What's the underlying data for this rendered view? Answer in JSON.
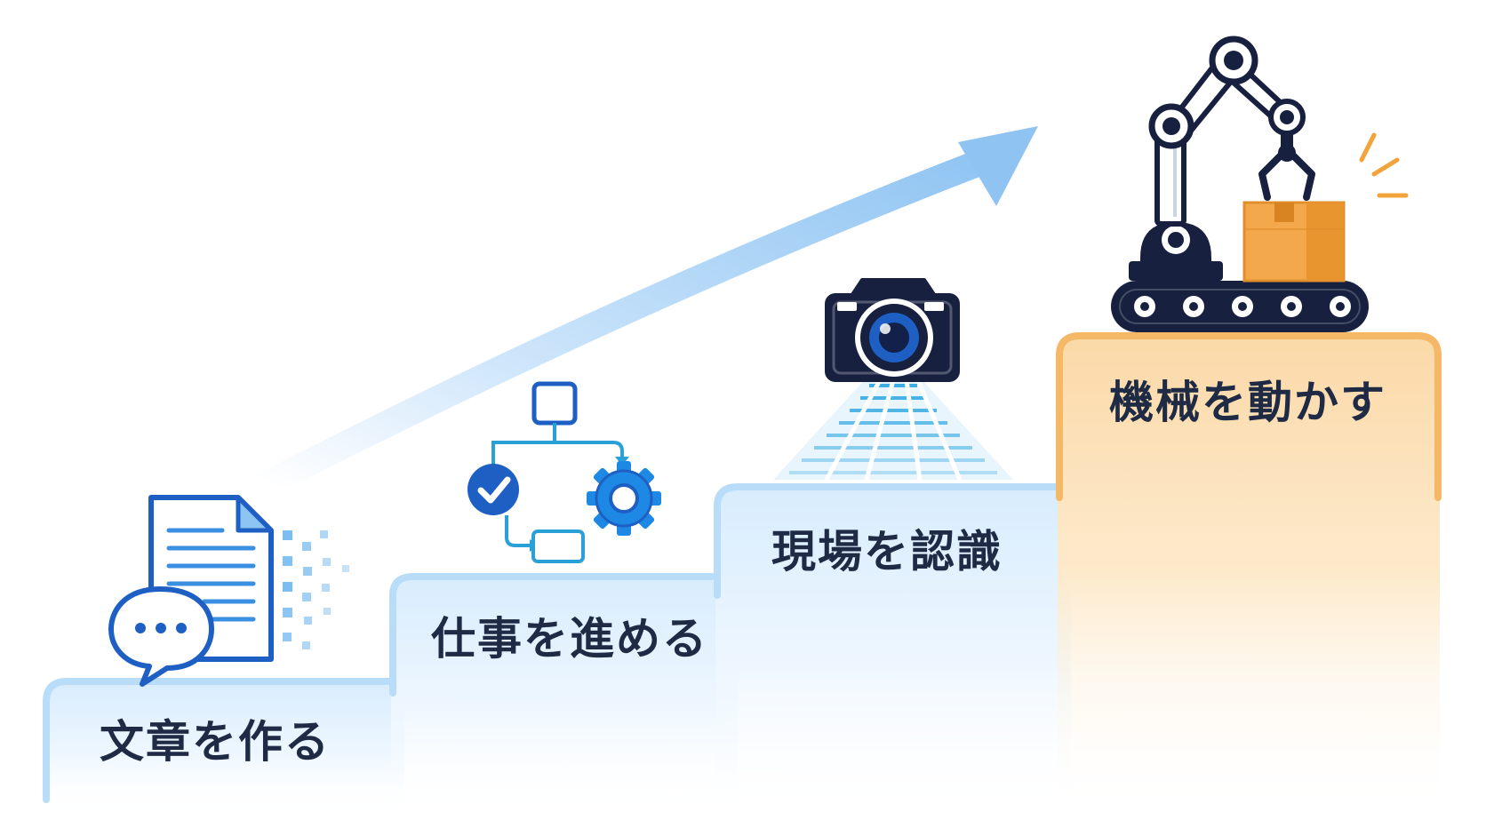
{
  "steps": [
    {
      "label": "文章を作る",
      "icon": "document-chat-icon"
    },
    {
      "label": "仕事を進める",
      "icon": "workflow-gear-icon"
    },
    {
      "label": "現場を認識",
      "icon": "camera-scan-icon"
    },
    {
      "label": "機械を動かす",
      "icon": "robot-arm-conveyor-icon"
    }
  ],
  "colors": {
    "step_blue": "#cfe6fb",
    "step_blue_edge": "#a8d3f6",
    "step_orange": "#f9c889",
    "step_orange_edge": "#f2b35f",
    "navy": "#17213f",
    "accent_blue": "#1e88e5",
    "box_orange": "#f3a94b",
    "arrow": "#9ccbf4"
  }
}
